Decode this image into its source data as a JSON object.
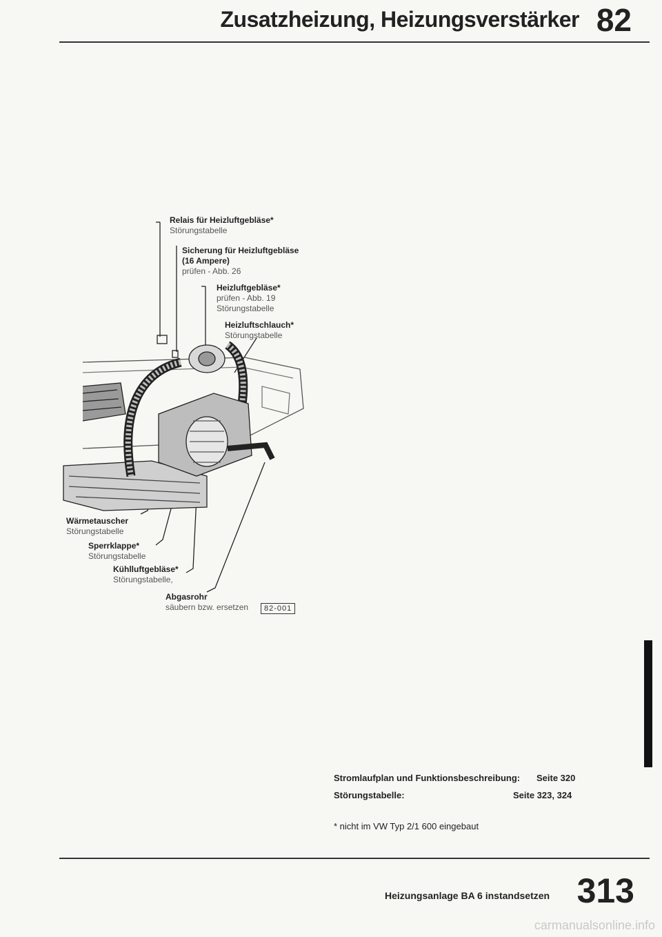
{
  "header": {
    "title": "Zusatzheizung, Heizungsverstärker",
    "chapter": "82"
  },
  "labels": {
    "relais": {
      "name": "Relais für Heizluftgebläse*",
      "note": "Störungstabelle"
    },
    "sicherung": {
      "name": "Sicherung für Heizluftgebläse",
      "name2": "(16 Ampere)",
      "note": "prüfen - Abb. 26"
    },
    "heizluftgeblaese": {
      "name": "Heizluftgebläse*",
      "note1": "prüfen - Abb. 19",
      "note2": "Störungstabelle"
    },
    "heizluftschlauch": {
      "name": "Heizluftschlauch*",
      "note": "Störungstabelle"
    },
    "waermetauscher": {
      "name": "Wärmetauscher",
      "note": "Störungstabelle"
    },
    "sperrklappe": {
      "name": "Sperrklappe*",
      "note": "Störungstabelle"
    },
    "kuehlluftgeblaese": {
      "name": "Kühlluftgebläse*",
      "note": "Störungstabelle,"
    },
    "abgasrohr": {
      "name": "Abgasrohr",
      "note": "säubern bzw. ersetzen"
    }
  },
  "figure_ref": "82-001",
  "info": {
    "stromlaufplan_label": "Stromlaufplan und Funktionsbeschreibung:",
    "stromlaufplan_page": "Seite 320",
    "stoerung_label": "Störungstabelle:",
    "stoerung_page": "Seite 323, 324",
    "footnote": "* nicht im VW Typ 2/1 600 eingebaut"
  },
  "footer": {
    "title": "Heizungsanlage BA 6 instandsetzen",
    "page_number": "313"
  },
  "watermark": "carmanualsonline.info"
}
